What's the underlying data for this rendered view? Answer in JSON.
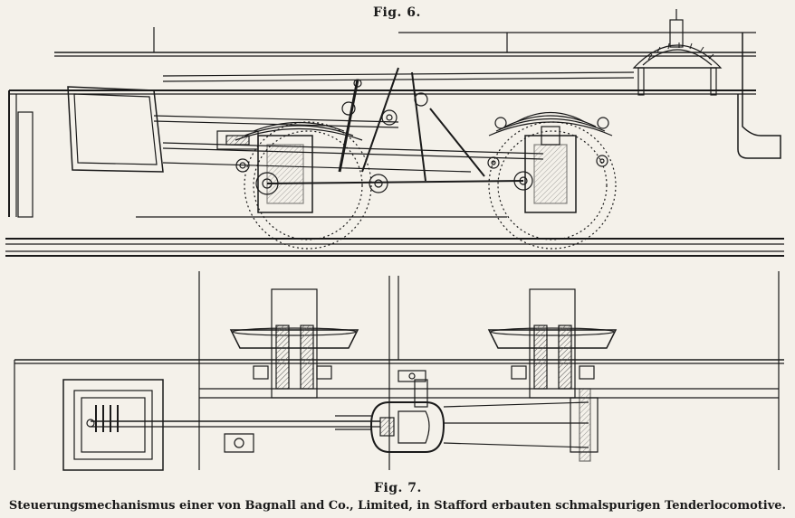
{
  "figures": {
    "fig6_label": "Fig. 6.",
    "fig7_label": "Fig. 7."
  },
  "caption": "Steuerungsmechanismus einer von Bagnall and Co., Limited, in Stafford erbauten schmalspurigen Tenderlocomotive.",
  "colors": {
    "paper": "#f4f1ea",
    "ink": "#1a1a1a",
    "hatch": "#555555"
  }
}
